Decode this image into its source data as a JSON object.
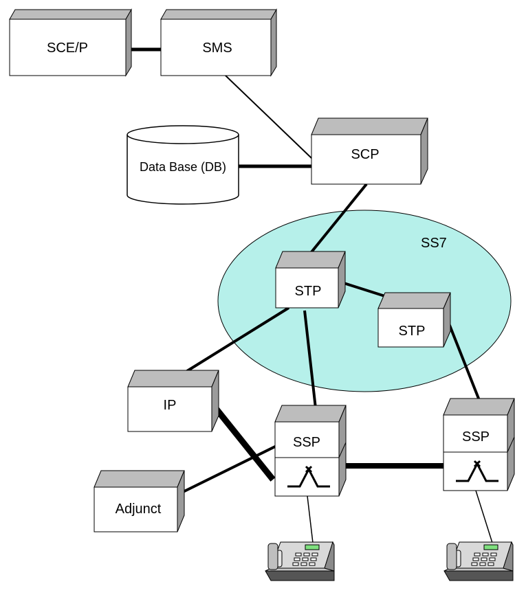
{
  "diagram": {
    "nodes": {
      "scep": "SCE/P",
      "sms": "SMS",
      "db": "Data Base (DB)",
      "scp": "SCP",
      "ss7": "SS7",
      "stp_main": "STP",
      "stp_secondary": "STP",
      "ip": "IP",
      "ssp_left": "SSP",
      "ssp_right": "SSP",
      "adjunct": "Adjunct"
    },
    "colors": {
      "box_face": "#ffffff",
      "box_top": "#bdbdbd",
      "box_side": "#9b9b9b",
      "ss7_cloud": "#b6f0ea",
      "phone_body": "#c9c9c9",
      "phone_screen": "#7fe07f"
    }
  }
}
